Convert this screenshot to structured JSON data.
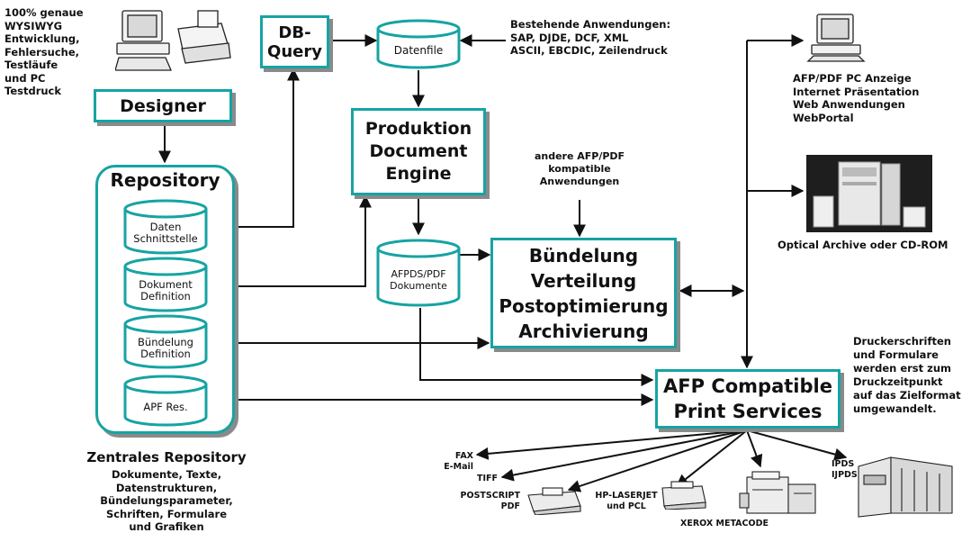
{
  "colors": {
    "accent": "#17a3a3",
    "shadow": "#8a8a8a",
    "text": "#111111",
    "arrow": "#111111"
  },
  "left_note": "100% genaue\nWYSIWYG\nEntwicklung,\nFehlersuche,\nTestläufe\nund PC\nTestdruck",
  "designer_label": "Designer",
  "repository_title": "Repository",
  "repository_items": [
    "Daten\nSchnittstelle",
    "Dokument\nDefinition",
    "Bündelung\nDefinition",
    "APF Res."
  ],
  "repository_caption_title": "Zentrales Repository",
  "repository_caption_body": "Dokumente, Texte,\nDatenstrukturen,\nBündelungsparameter,\nSchriften, Formulare\nund Grafiken",
  "dbquery_label": "DB-\nQuery",
  "datenfile_label": "Datenfile",
  "existing_apps": "Bestehende Anwendungen:\nSAP, DJDE, DCF, XML\nASCII, EBCDIC, Zeilendruck",
  "production_label": "Produktion\nDocument\nEngine",
  "afpds_label": "AFPDS/PDF\nDokumente",
  "other_apps": "andere AFP/PDF\nkompatible\nAnwendungen",
  "bundling_label": "Bündelung\nVerteilung\nPostoptimierung\nArchivierung",
  "afp_services_label": "AFP Compatible\nPrint Services",
  "pc_display": "AFP/PDF PC Anzeige\nInternet Präsentation\nWeb Anwendungen\nWebPortal",
  "optical_archive": "Optical Archive oder CD-ROM",
  "fonts_note": "Druckerschriften\nund Formulare\nwerden erst zum\nDruckzeitpunkt\nauf das Zielformat\numgewandelt.",
  "outputs": {
    "fax": "FAX\nE-Mail",
    "tiff": "TIFF",
    "postscript": "POSTSCRIPT\nPDF",
    "hp_laserjet": "HP-LASERJET\nund PCL",
    "xerox": "XEROX METACODE",
    "ipds": "IPDS\nIJPDS"
  },
  "icons": {
    "designer_pc": "desktop-computer-with-printer-icon",
    "pc_display": "desktop-computer-icon",
    "optical_archive": "optical-archive-system-icon",
    "postscript_printer": "printer-icon",
    "hp_printer": "laser-printer-icon",
    "xerox_printer": "production-printer-icon",
    "ipds_printer": "high-volume-printer-icon"
  }
}
